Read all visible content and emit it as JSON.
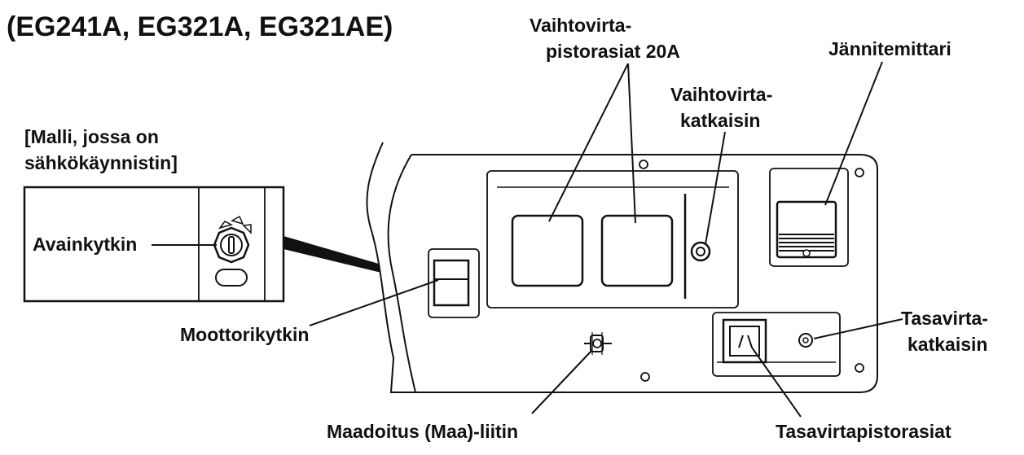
{
  "models_header": "(EG241A, EG321A, EG321AE)",
  "inset": {
    "caption_line1": "[Malli, jossa on",
    "caption_line2": "sähkökäynnistin]",
    "key_switch_label": "Avainkytkin"
  },
  "labels": {
    "ac_outlets_line1": "Vaihtovirta-",
    "ac_outlets_line2": "pistorasiat 20A",
    "ac_breaker_line1": "Vaihtovirta-",
    "ac_breaker_line2": "katkaisin",
    "voltmeter": "Jännitemittari",
    "engine_switch": "Moottorikytkin",
    "dc_breaker_line1": "Tasavirta-",
    "dc_breaker_line2": "katkaisin",
    "ground_terminal": "Maadoitus (Maa)-liitin",
    "dc_outlets": "Tasavirtapistorasiat"
  }
}
